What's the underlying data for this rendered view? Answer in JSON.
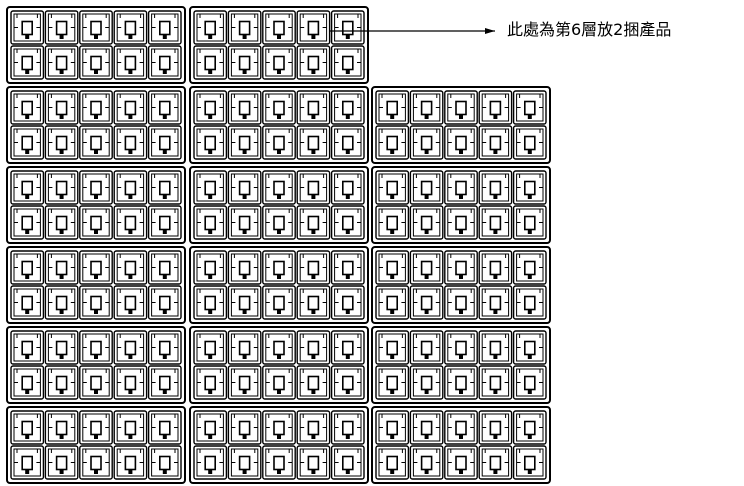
{
  "annotation": {
    "label": "此處為第6層放2捆產品"
  },
  "stack": {
    "layers_total": 6,
    "bundles_per_full_layer": 3,
    "bundles_on_top_layer": 2,
    "units_per_bundle_grid": {
      "columns": 5,
      "rows": 2
    }
  },
  "colors": {
    "line": "#000000",
    "background": "#ffffff"
  }
}
